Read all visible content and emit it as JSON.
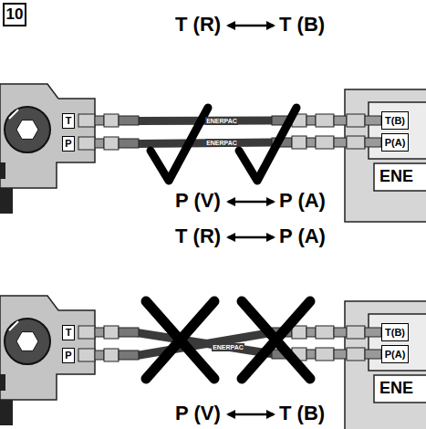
{
  "diagram": {
    "nodes": [
      {
        "text": [
          "10"
        ]
      },
      {
        "text": [
          "T"
        ]
      },
      {
        "text": [
          "P"
        ]
      },
      {
        "text": [
          "T(B)"
        ]
      },
      {
        "text": [
          "P(A)"
        ]
      },
      {
        "text": [
          "T"
        ]
      },
      {
        "text": [
          "P"
        ]
      },
      {
        "text": [
          "T(B)"
        ]
      },
      {
        "text": [
          "P(A)"
        ]
      }
    ],
    "edges": [
      {
        "from": 1,
        "to": 3,
        "arrow": "none",
        "label": "ENERPAC"
      },
      {
        "from": 2,
        "to": 4,
        "arrow": "none",
        "label": "ENERPAC"
      },
      {
        "from": 5,
        "to": 8,
        "arrow": "none",
        "label": "ENERPAC"
      },
      {
        "from": 6,
        "to": 7,
        "arrow": "none"
      }
    ],
    "labels": [
      "T (R)",
      "T (B)",
      "P (V)",
      "P (A)",
      "ENE",
      "T (R)",
      "P (A)",
      "P (V)",
      "T (B)",
      "ENE"
    ]
  }
}
